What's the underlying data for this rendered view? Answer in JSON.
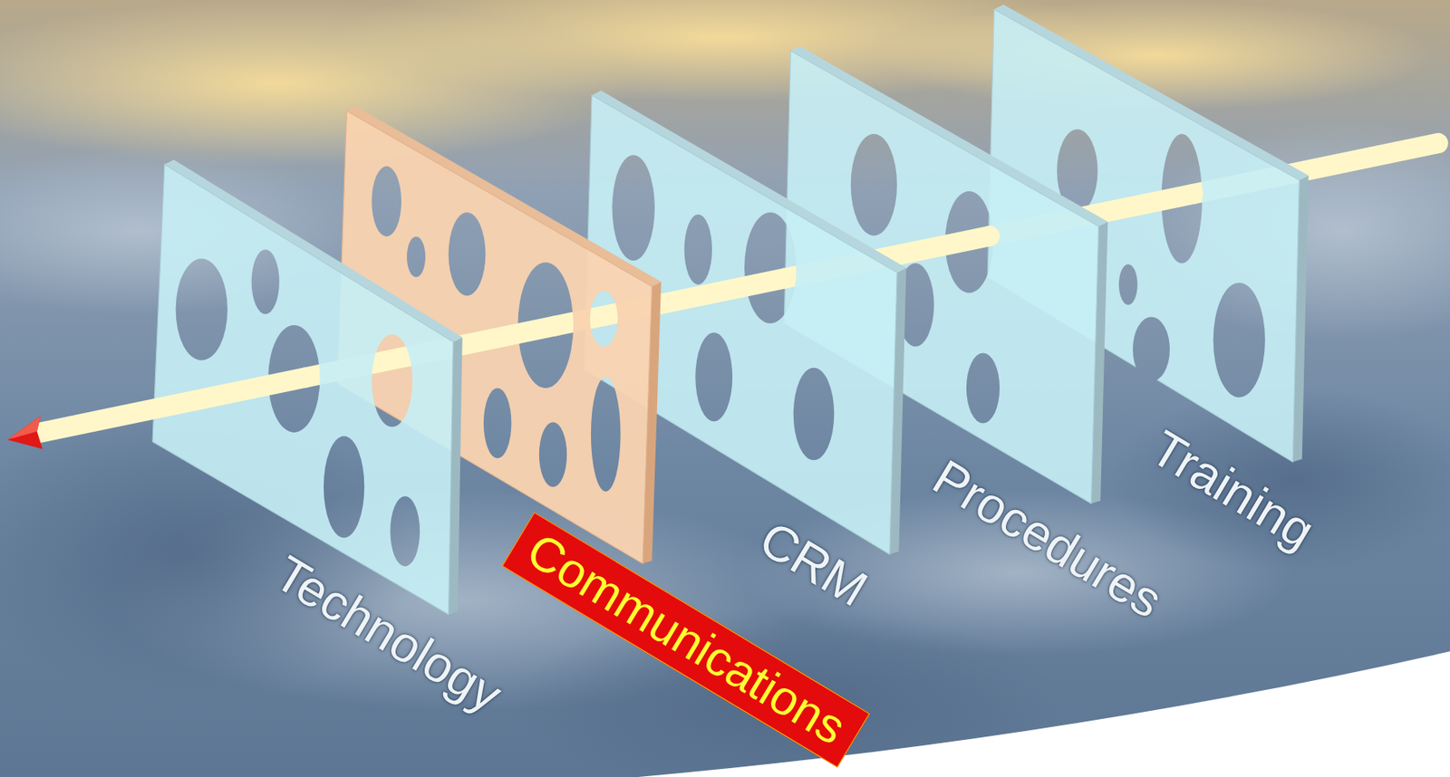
{
  "diagram": {
    "nodes": [
      {
        "text": [
          "Communications"
        ]
      }
    ],
    "labels": [
      "Technology",
      "CRM",
      "Procedures",
      "Training"
    ]
  }
}
